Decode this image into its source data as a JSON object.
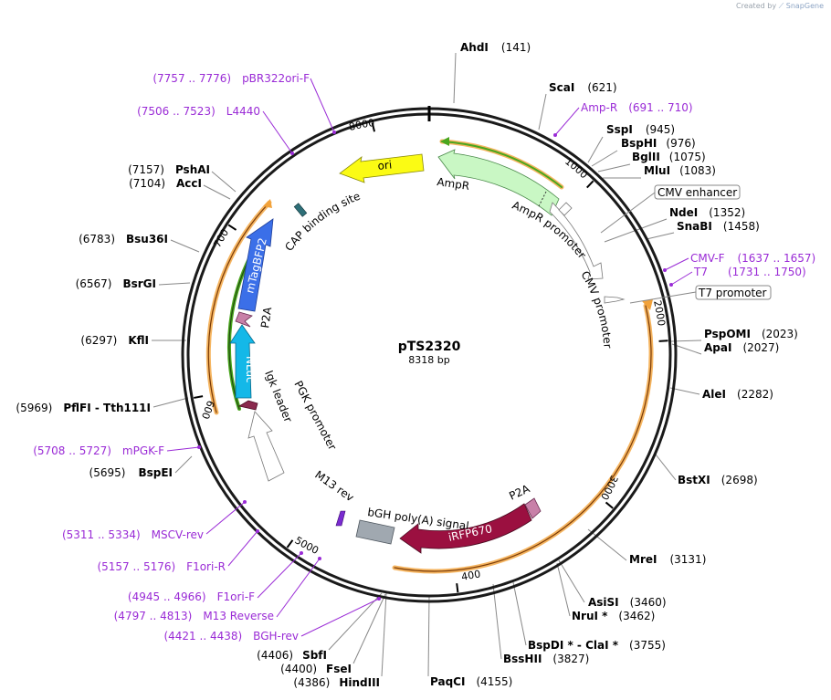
{
  "credit": {
    "prefix": "Created by",
    "brand": "SnapGene"
  },
  "plasmid": {
    "name": "pTS2320",
    "length": "8318 bp",
    "total_bp": 8318
  },
  "ticks": [
    "1000",
    "2000",
    "3000",
    "4000",
    "5000",
    "6000",
    "7000",
    "8000"
  ],
  "enzymes": [
    {
      "name": "AhdI",
      "pos": "(141)"
    },
    {
      "name": "ScaI",
      "pos": "(621)"
    },
    {
      "name": "SspI",
      "pos": "(945)"
    },
    {
      "name": "BspHI",
      "pos": "(976)"
    },
    {
      "name": "BglII",
      "pos": "(1075)"
    },
    {
      "name": "MluI",
      "pos": "(1083)"
    },
    {
      "name": "NdeI",
      "pos": "(1352)"
    },
    {
      "name": "SnaBI",
      "pos": "(1458)"
    },
    {
      "name": "PspOMI",
      "pos": "(2023)"
    },
    {
      "name": "ApaI",
      "pos": "(2027)"
    },
    {
      "name": "AleI",
      "pos": "(2282)"
    },
    {
      "name": "BstXI",
      "pos": "(2698)"
    },
    {
      "name": "MreI",
      "pos": "(3131)"
    },
    {
      "name": "AsiSI",
      "pos": "(3460)"
    },
    {
      "name": "NruI *",
      "pos": "(3462)"
    },
    {
      "name": "BspDI *  -  ClaI *",
      "pos": "(3755)"
    },
    {
      "name": "BssHII",
      "pos": "(3827)"
    },
    {
      "name": "PaqCI",
      "pos": "(4155)"
    },
    {
      "name": "HindIII",
      "pos": "(4386)"
    },
    {
      "name": "FseI",
      "pos": "(4400)"
    },
    {
      "name": "SbfI",
      "pos": "(4406)"
    },
    {
      "name": "BspEI",
      "pos": "(5695)"
    },
    {
      "name": "PflFI  -  Tth111I",
      "pos": "(5969)"
    },
    {
      "name": "KflI",
      "pos": "(6297)"
    },
    {
      "name": "BsrGI",
      "pos": "(6567)"
    },
    {
      "name": "Bsu36I",
      "pos": "(6783)"
    },
    {
      "name": "AccI",
      "pos": "(7104)"
    },
    {
      "name": "PshAI",
      "pos": "(7157)"
    }
  ],
  "primers": [
    {
      "name": "Amp-R",
      "range": "(691 .. 710)"
    },
    {
      "name": "CMV-F",
      "range": "(1637 .. 1657)"
    },
    {
      "name": "T7",
      "range": "(1731 .. 1750)"
    },
    {
      "name": "MSCV-rev",
      "range": "(5311 .. 5334)"
    },
    {
      "name": "F1ori-R",
      "range": "(5157 .. 5176)"
    },
    {
      "name": "F1ori-F",
      "range": "(4945 .. 4966)"
    },
    {
      "name": "M13 Reverse",
      "range": "(4797 .. 4813)"
    },
    {
      "name": "BGH-rev",
      "range": "(4421 .. 4438)"
    },
    {
      "name": "mPGK-F",
      "range": "(5708 .. 5727)"
    },
    {
      "name": "L4440",
      "range": "(7506 .. 7523)"
    },
    {
      "name": "pBR322ori-F",
      "range": "(7757 .. 7776)"
    }
  ],
  "boxed_features": [
    "CMV enhancer",
    "T7 promoter"
  ],
  "features": {
    "ampr": "AmpR",
    "ampr_promoter": "AmpR promoter",
    "cmv_promoter": "CMV promoter",
    "ori": "ori",
    "cap": "CAP binding site",
    "mtagbfp2": "mTagBFP2",
    "p2a_top": "P2A",
    "nluc": "NLuc",
    "igk": "Igk leader",
    "pgk": "PGK promoter",
    "m13rev": "M13 rev",
    "bgh": "bGH poly(A) signal",
    "p2a_bottom": "P2A",
    "irfp": "iRFP670"
  },
  "colors": {
    "ampr": "#c9f7c4",
    "ori": "#fbfb14",
    "mtagbfp2": "#3b6fe8",
    "nluc": "#14b8e8",
    "p2a": "#c880a8",
    "igk": "#8b2a4e",
    "irfp": "#9b1040",
    "bgh": "#a0a8b0",
    "cap": "#2e6f78",
    "m13": "#7a2bd0",
    "orf_orange": "#f2a23a",
    "orf_green": "#6fbf2a",
    "purple": "#9a2bd6"
  }
}
